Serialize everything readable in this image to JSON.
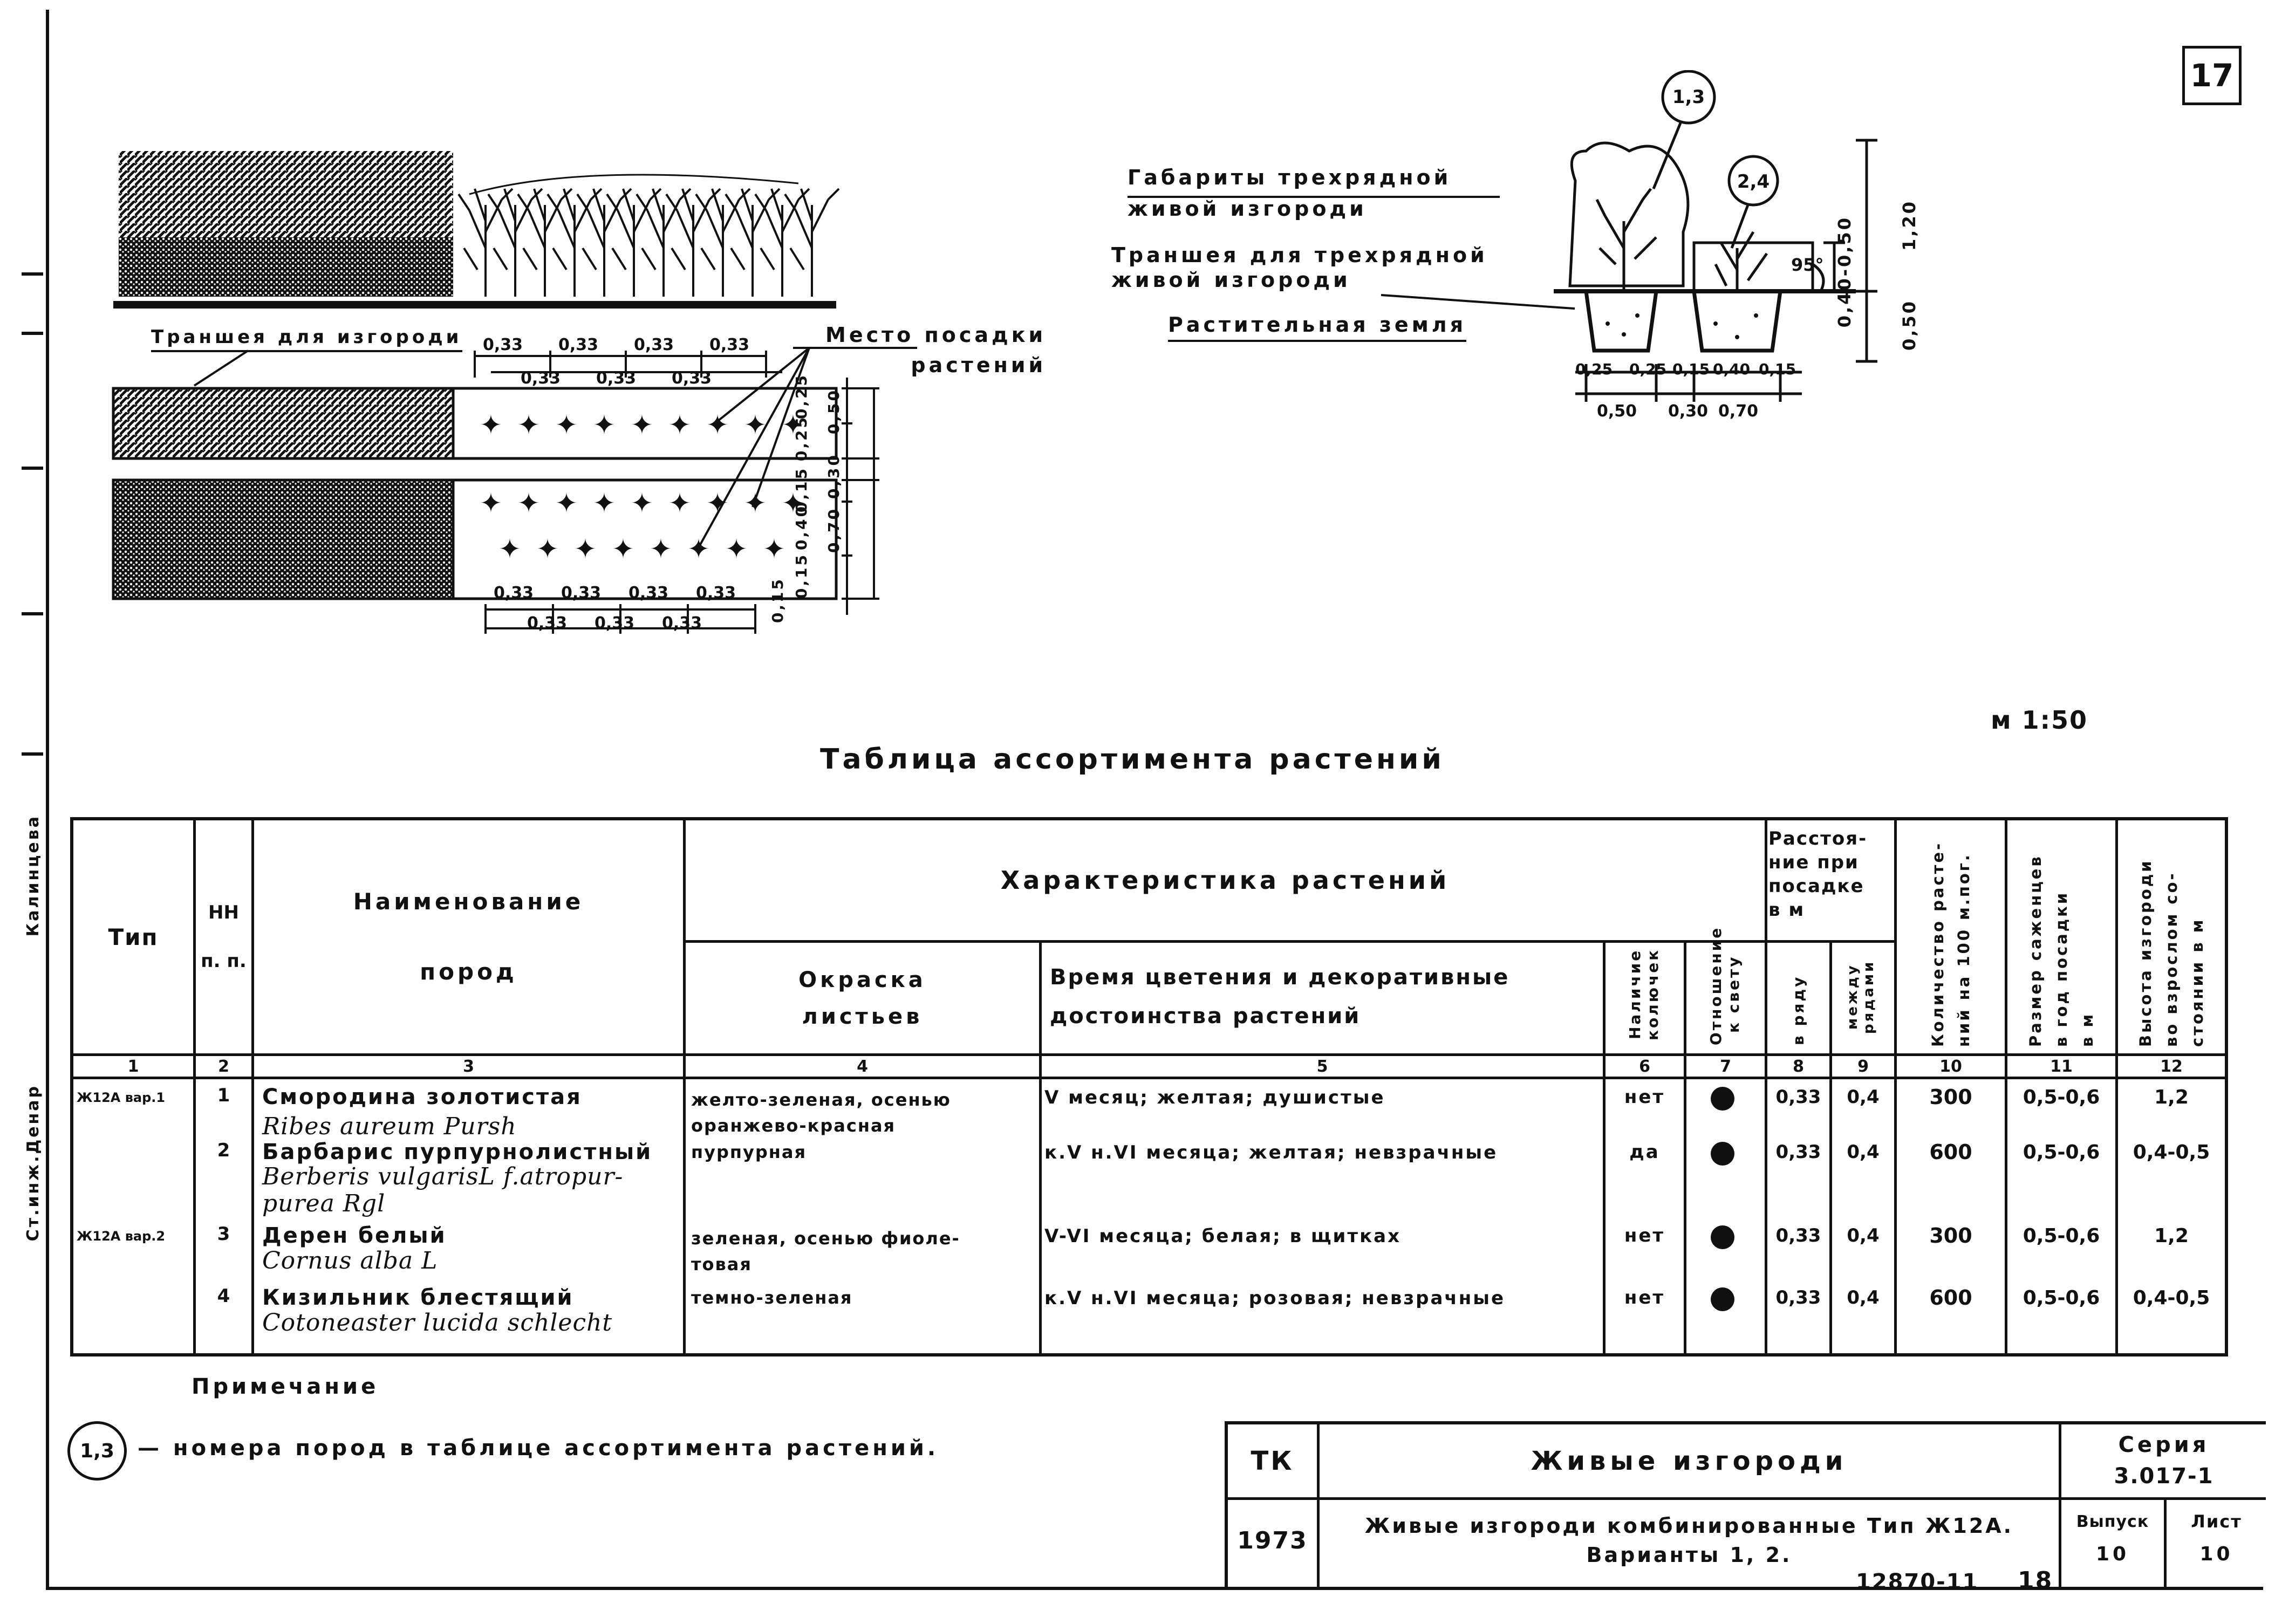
{
  "sheet_number": "17",
  "scale": "м 1:50",
  "plan_labels": {
    "trench": "Траншея для изгороди",
    "planting_place": "Место посадки\nрастений",
    "dims_top": [
      "0,33",
      "0,33",
      "0,33",
      "0,33"
    ],
    "dims_top_offset": [
      "0,33",
      "0,33",
      "0,33"
    ],
    "dims_bottom": [
      "0,33",
      "0,33",
      "0,33",
      "0,33"
    ],
    "dims_bottom_offset": [
      "0,33",
      "0,33",
      "0,33"
    ],
    "dims_right": [
      "0,25",
      "0,25",
      "0,50",
      "0,30",
      "0,15",
      "0,40",
      "0,15",
      "0,70",
      "0,15"
    ]
  },
  "section_labels": {
    "callout_a": "1,3",
    "callout_b": "2,4",
    "dims_label": "Габариты трехрядной\nживой изгороди",
    "trench_label": "Траншея для трехрядной\nживой изгороди",
    "soil_label": "Растительная земля",
    "angle": "95°",
    "h_top": "1,20",
    "h_mid": "0,40-0,50",
    "h_bottom": "0,50",
    "dims_row1": [
      "0,25",
      "0,25",
      "0,15",
      "0,40",
      "0,15"
    ],
    "dims_row2": [
      "0,50",
      "0,30",
      "0,70"
    ]
  },
  "table_title": "Таблица ассортимента растений",
  "table": {
    "headers": {
      "type": "Тип",
      "num": "НН\nп. п.",
      "name": "Наименование\nпород",
      "characteristics": "Характеристика растений",
      "leaf_color": "Окраска\nлистьев",
      "bloom": "Время цветения и декоративные\nдостоинства растений",
      "thorns": "Наличие колючек",
      "light": "Отношение к свету",
      "distance": "Расстоя-\nние при\nпосадке\nв м",
      "in_row": "в ряду",
      "between_rows": "между рядами",
      "count": "Количество расте-\nний на 100 м.пог.",
      "sapling_size": "Размер саженцев\nв год посадки\nв м",
      "height": "Высота изгороди\nво взрослом со-\nстоянии в м"
    },
    "col_numbers": [
      "1",
      "2",
      "3",
      "4",
      "5",
      "6",
      "7",
      "8",
      "9",
      "10",
      "11",
      "12"
    ],
    "rows": [
      {
        "type": "Ж12А вар.1",
        "num": "1",
        "name": "Смородина золотистая",
        "latin": "Ribes aureum Pursh",
        "color": "желто-зеленая, осенью\nоранжево-красная",
        "bloom": "V месяц; желтая; душистые",
        "thorns": "нет",
        "in_row": "0,33",
        "between": "0,4",
        "count": "300",
        "size": "0,5-0,6",
        "height": "1,2"
      },
      {
        "type": "",
        "num": "2",
        "name": "Барбарис пурпурнолистный",
        "latin": "Berberis vulgarisL f.atropur-\npurea Rgl",
        "color": "пурпурная",
        "bloom": "к.V н.VI месяца; желтая; невзрачные",
        "thorns": "да",
        "in_row": "0,33",
        "between": "0,4",
        "count": "600",
        "size": "0,5-0,6",
        "height": "0,4-0,5"
      },
      {
        "type": "Ж12А вар.2",
        "num": "3",
        "name": "Дерен белый",
        "latin": "Cornus alba L",
        "color": "зеленая, осенью фиоле-\nтовая",
        "bloom": "V-VI месяца; белая; в щитках",
        "thorns": "нет",
        "in_row": "0,33",
        "between": "0,4",
        "count": "300",
        "size": "0,5-0,6",
        "height": "1,2"
      },
      {
        "type": "",
        "num": "4",
        "name": "Кизильник блестящий",
        "latin": "Cotoneaster lucida schlecht",
        "color": "темно-зеленая",
        "bloom": "к.V н.VI месяца; розовая; невзрачные",
        "thorns": "нет",
        "in_row": "0,33",
        "between": "0,4",
        "count": "600",
        "size": "0,5-0,6",
        "height": "0,4-0,5"
      }
    ]
  },
  "note": {
    "title": "Примечание",
    "callout": "1,3",
    "text": "— номера пород в таблице ассортимента растений."
  },
  "stamp": {
    "tk": "ТК",
    "year": "1973",
    "title": "Живые изгороди",
    "subtitle": "Живые изгороди комбинированные Тип Ж12А.\nВарианты 1, 2.",
    "series_label": "Серия",
    "series": "3.017-1",
    "issue_label": "Выпуск",
    "issue": "10",
    "sheet_label": "Лист",
    "sheet": "10"
  },
  "margin_labels": [
    "Калинцева",
    "Ст.инж.Денар"
  ],
  "footer_code": "12870-11",
  "footer_page": "18"
}
